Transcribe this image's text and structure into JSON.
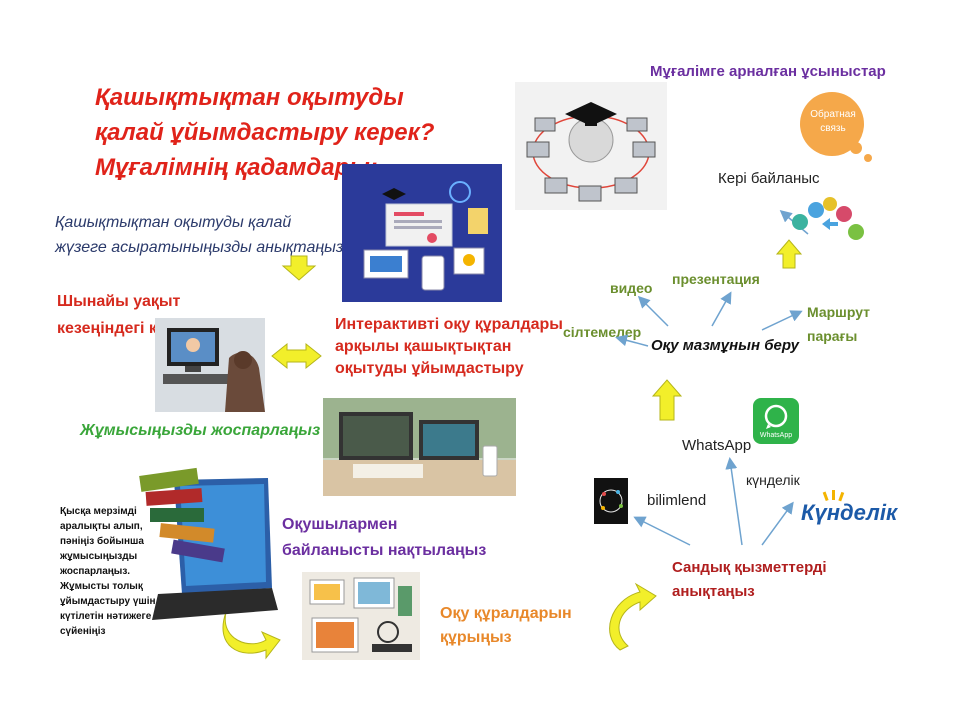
{
  "title": "Қашықтықтан оқытуды қалай ұйымдастыру керек? Мұғалімнің қадамдары:",
  "left_steps": {
    "step1": "Қашықтықтан оқытуды қалай жүзеге асыратыныңызды анықтаңыз",
    "step2": "Шынайы уақыт кезеңіндегі кездесулер",
    "step3": "Интерактивті оқу құралдары арқылы қашықтықтан оқытуды ұйымдастыру",
    "step4": "Жұмысыңызды жоспарлаңыз",
    "step4_detail": "Қысқа мерзімді аралықты алып, пәніңіз бойынша жұмысыңызды жоспарлаңыз. Жұмысты толық ұйымдастыру үшін күтілетін нәтижеге сүйеніңіз",
    "step5": "Оқушылармен байланысты нақтылаңыз",
    "step6": "Оқу құралдарын құрыңыз"
  },
  "right_panel": {
    "heading": "Мұғалімге арналған ұсыныстар",
    "bubble": "Обратная связь",
    "feedback": "Кері байланыс",
    "content_center": "Оқу мазмұнын беру",
    "video": "видео",
    "presentation": "презентация",
    "links": "сілтемелер",
    "route": "Маршрут парағы",
    "whatsapp": "WhatsApp",
    "whatsapp_logo": "WhatsApp",
    "kundelik_small": "күнделік",
    "bilimland": "bilimlend",
    "kundelik_logo": "Күнделік",
    "digital": "Сандық қызметтерді анықтаңыз"
  },
  "colors": {
    "title": "#e0231a",
    "arrow_yellow": "#f2ef2a",
    "arrow_outline": "#b5b51a",
    "thin_arrow": "#6fa3cf"
  }
}
